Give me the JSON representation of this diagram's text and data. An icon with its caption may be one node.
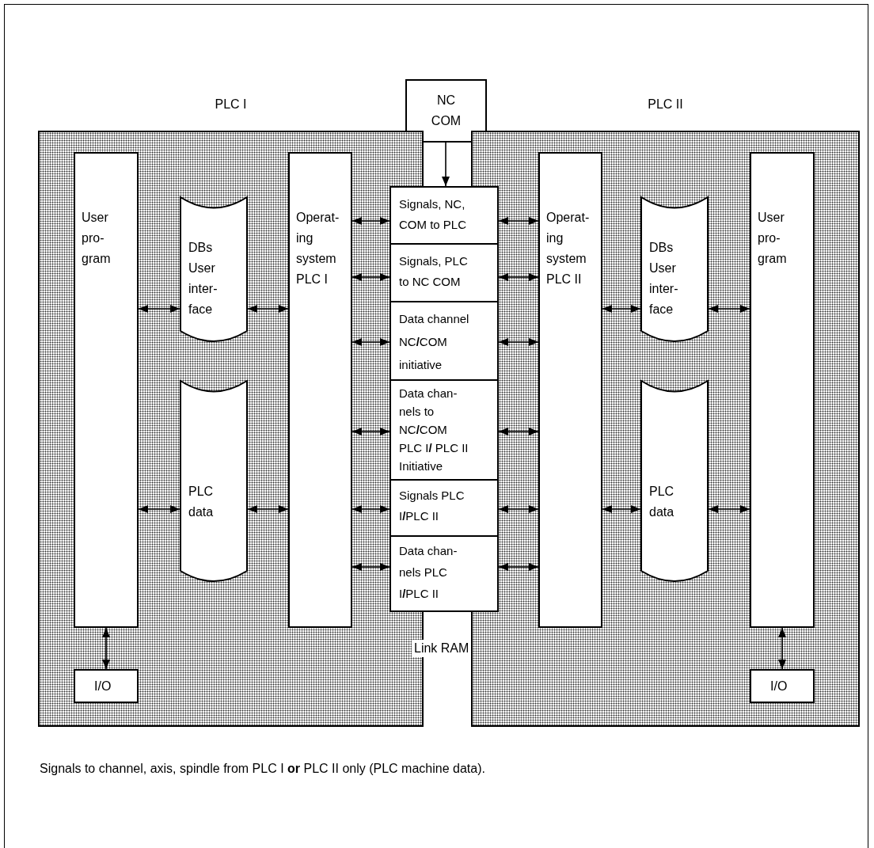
{
  "diagram": {
    "caption": "Signals to channel, axis, spindle from PLC I **or** PLC II only (PLC machine data).",
    "nodes": [
      {
        "text": [
          "NC COM"
        ]
      },
      {
        "text": [
          "PLC I"
        ]
      },
      {
        "text": [
          "User pro- gram"
        ],
        "in": 1
      },
      {
        "text": [
          "DBs User inter- face"
        ],
        "in": 1
      },
      {
        "text": [
          "Operat- ing system PLC I"
        ],
        "in": 1
      },
      {
        "text": [
          "PLC data"
        ],
        "in": 1
      },
      {
        "text": [
          "I/O"
        ],
        "in": 1
      },
      {
        "text": [
          "Signals, NC, COM to PLC"
        ]
      },
      {
        "text": [
          "Signals, PLC to NC COM"
        ]
      },
      {
        "text": [
          "Data channel NC**/**COM initiative"
        ]
      },
      {
        "text": [
          "Data chan- nels to NC**/**COM PLC I**/** PLC II Initiative"
        ]
      },
      {
        "text": [
          "Signals PLC I**/**PLC II"
        ]
      },
      {
        "text": [
          "Data chan- nels PLC I**/**PLC II"
        ]
      },
      {
        "text": [
          "PLC II"
        ]
      },
      {
        "text": [
          "Operat- ing system PLC II"
        ],
        "in": 13
      },
      {
        "text": [
          "DBs User inter- face"
        ],
        "in": 13
      },
      {
        "text": [
          "User pro- gram"
        ],
        "in": 13
      },
      {
        "text": [
          "PLC data"
        ],
        "in": 13
      },
      {
        "text": [
          "I/O"
        ],
        "in": 13
      }
    ],
    "edges": [
      {
        "from": 0,
        "to": 7,
        "arrow": "to"
      },
      {
        "from": 2,
        "to": 3,
        "arrow": "both"
      },
      {
        "from": 3,
        "to": 4,
        "arrow": "both"
      },
      {
        "from": 2,
        "to": 5,
        "arrow": "both"
      },
      {
        "from": 5,
        "to": 4,
        "arrow": "both"
      },
      {
        "from": 4,
        "to": 7,
        "arrow": "both"
      },
      {
        "from": 4,
        "to": 8,
        "arrow": "both"
      },
      {
        "from": 4,
        "to": 9,
        "arrow": "both"
      },
      {
        "from": 4,
        "to": 10,
        "arrow": "both"
      },
      {
        "from": 4,
        "to": 11,
        "arrow": "both"
      },
      {
        "from": 4,
        "to": 12,
        "arrow": "both"
      },
      {
        "from": 2,
        "to": 6,
        "arrow": "both"
      },
      {
        "from": 7,
        "to": 14,
        "arrow": "both"
      },
      {
        "from": 8,
        "to": 14,
        "arrow": "both"
      },
      {
        "from": 9,
        "to": 14,
        "arrow": "both"
      },
      {
        "from": 10,
        "to": 14,
        "arrow": "both"
      },
      {
        "from": 11,
        "to": 14,
        "arrow": "both"
      },
      {
        "from": 12,
        "to": 14,
        "arrow": "both"
      },
      {
        "from": 14,
        "to": 15,
        "arrow": "both"
      },
      {
        "from": 15,
        "to": 16,
        "arrow": "both"
      },
      {
        "from": 14,
        "to": 17,
        "arrow": "both"
      },
      {
        "from": 17,
        "to": 16,
        "arrow": "both"
      },
      {
        "from": 16,
        "to": 18,
        "arrow": "both"
      }
    ],
    "labels": [
      "Link RAM"
    ]
  }
}
